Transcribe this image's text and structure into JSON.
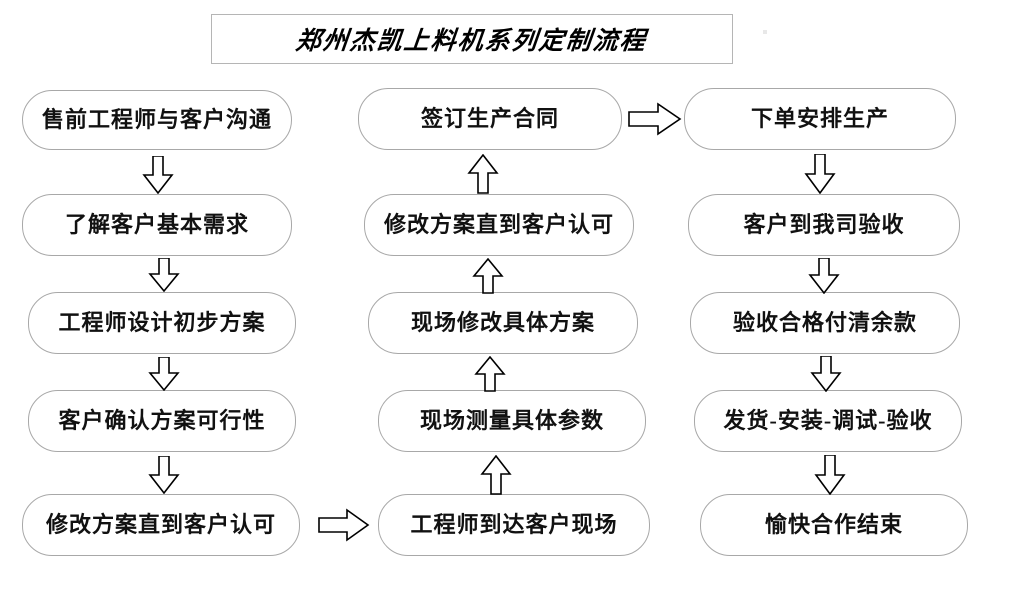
{
  "title": {
    "text": "郑州杰凯上料机系列定制流程"
  },
  "columns": {
    "left": {
      "nodes": [
        {
          "label": "售前工程师与客户沟通"
        },
        {
          "label": "了解客户基本需求"
        },
        {
          "label": "工程师设计初步方案"
        },
        {
          "label": "客户确认方案可行性"
        },
        {
          "label": "修改方案直到客户认可"
        }
      ]
    },
    "middle": {
      "nodes": [
        {
          "label": "签订生产合同"
        },
        {
          "label": "修改方案直到客户认可"
        },
        {
          "label": "现场修改具体方案"
        },
        {
          "label": "现场测量具体参数"
        },
        {
          "label": "工程师到达客户现场"
        }
      ]
    },
    "right": {
      "nodes": [
        {
          "label": "下单安排生产"
        },
        {
          "label": "客户到我司验收"
        },
        {
          "label": "验收合格付清余款"
        },
        {
          "label": "发货-安装-调试-验收"
        },
        {
          "label": "愉快合作结束"
        }
      ]
    }
  },
  "connectors": {
    "left_down": [
      {
        "name": "arrow-left-1-2",
        "direction": "down"
      },
      {
        "name": "arrow-left-2-3",
        "direction": "down"
      },
      {
        "name": "arrow-left-3-4",
        "direction": "down"
      },
      {
        "name": "arrow-left-4-5",
        "direction": "down"
      }
    ],
    "middle_up": [
      {
        "name": "arrow-middle-2-1",
        "direction": "up"
      },
      {
        "name": "arrow-middle-3-2",
        "direction": "up"
      },
      {
        "name": "arrow-middle-4-3",
        "direction": "up"
      },
      {
        "name": "arrow-middle-5-4",
        "direction": "up"
      }
    ],
    "right_down": [
      {
        "name": "arrow-right-1-2",
        "direction": "down"
      },
      {
        "name": "arrow-right-2-3",
        "direction": "down"
      },
      {
        "name": "arrow-right-3-4",
        "direction": "down"
      },
      {
        "name": "arrow-right-4-5",
        "direction": "down"
      }
    ],
    "horizontal": [
      {
        "name": "arrow-left-to-middle",
        "direction": "right"
      },
      {
        "name": "arrow-middle-to-right",
        "direction": "right"
      }
    ]
  },
  "colors": {
    "background": "#ffffff",
    "node_border": "#a8a8a8",
    "title_border": "#b5b5b5",
    "text": "#111111",
    "arrow_stroke": "#000000"
  }
}
